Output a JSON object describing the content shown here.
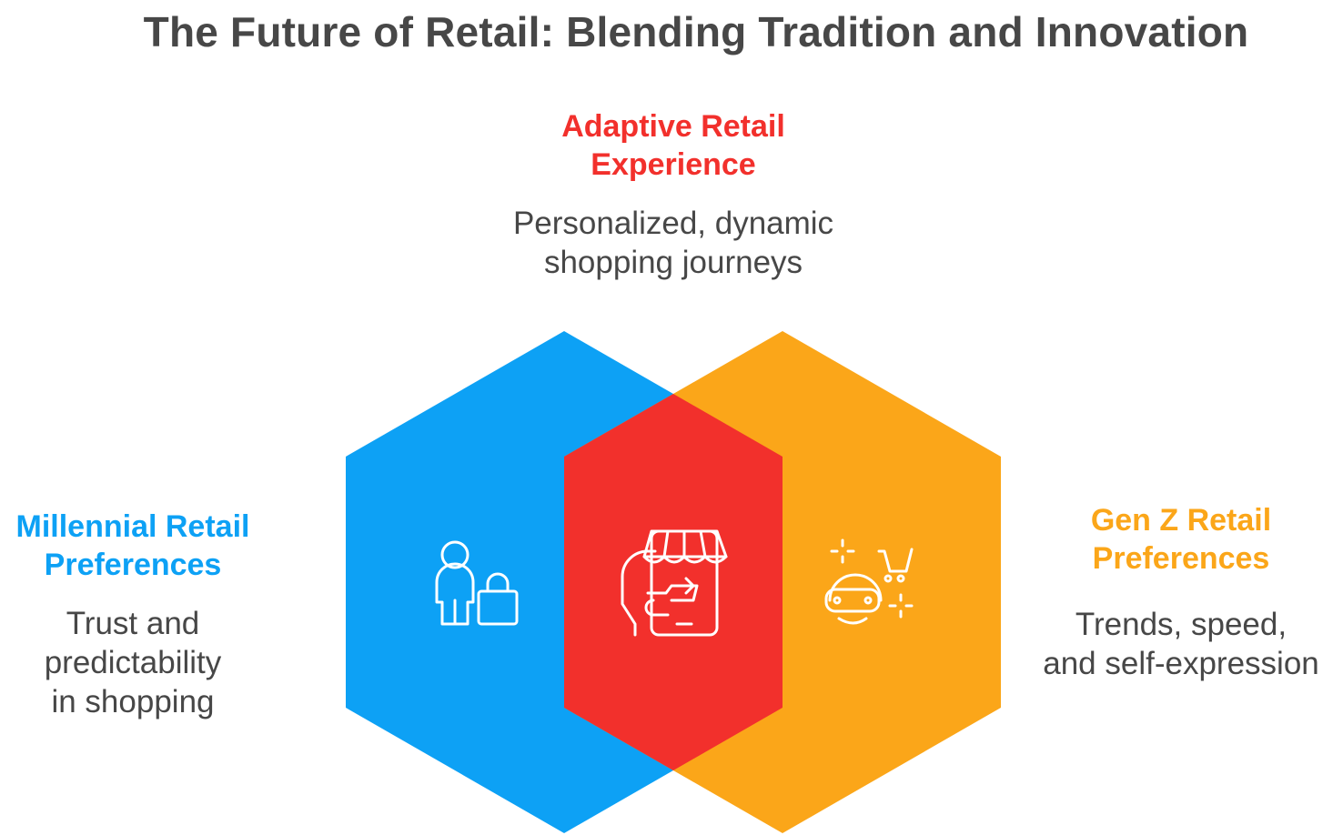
{
  "title": "The Future of Retail: Blending Tradition and Innovation",
  "center": {
    "heading_line1": "Adaptive Retail",
    "heading_line2": "Experience",
    "desc_line1": "Personalized, dynamic",
    "desc_line2": "shopping journeys",
    "color": "#f2302c",
    "icon": "shop-on-phone-icon"
  },
  "left": {
    "heading_line1": "Millennial Retail",
    "heading_line2": "Preferences",
    "desc_line1": "Trust and",
    "desc_line2": "predictability",
    "desc_line3": "in shopping",
    "color": "#0da1f5",
    "icon": "shopper-with-bag-icon"
  },
  "right": {
    "heading_line1": "Gen Z Retail",
    "heading_line2": "Preferences",
    "desc_line1": "Trends, speed,",
    "desc_line2": "and self-expression",
    "color": "#fba619",
    "icon": "vr-shopping-cart-icon"
  }
}
